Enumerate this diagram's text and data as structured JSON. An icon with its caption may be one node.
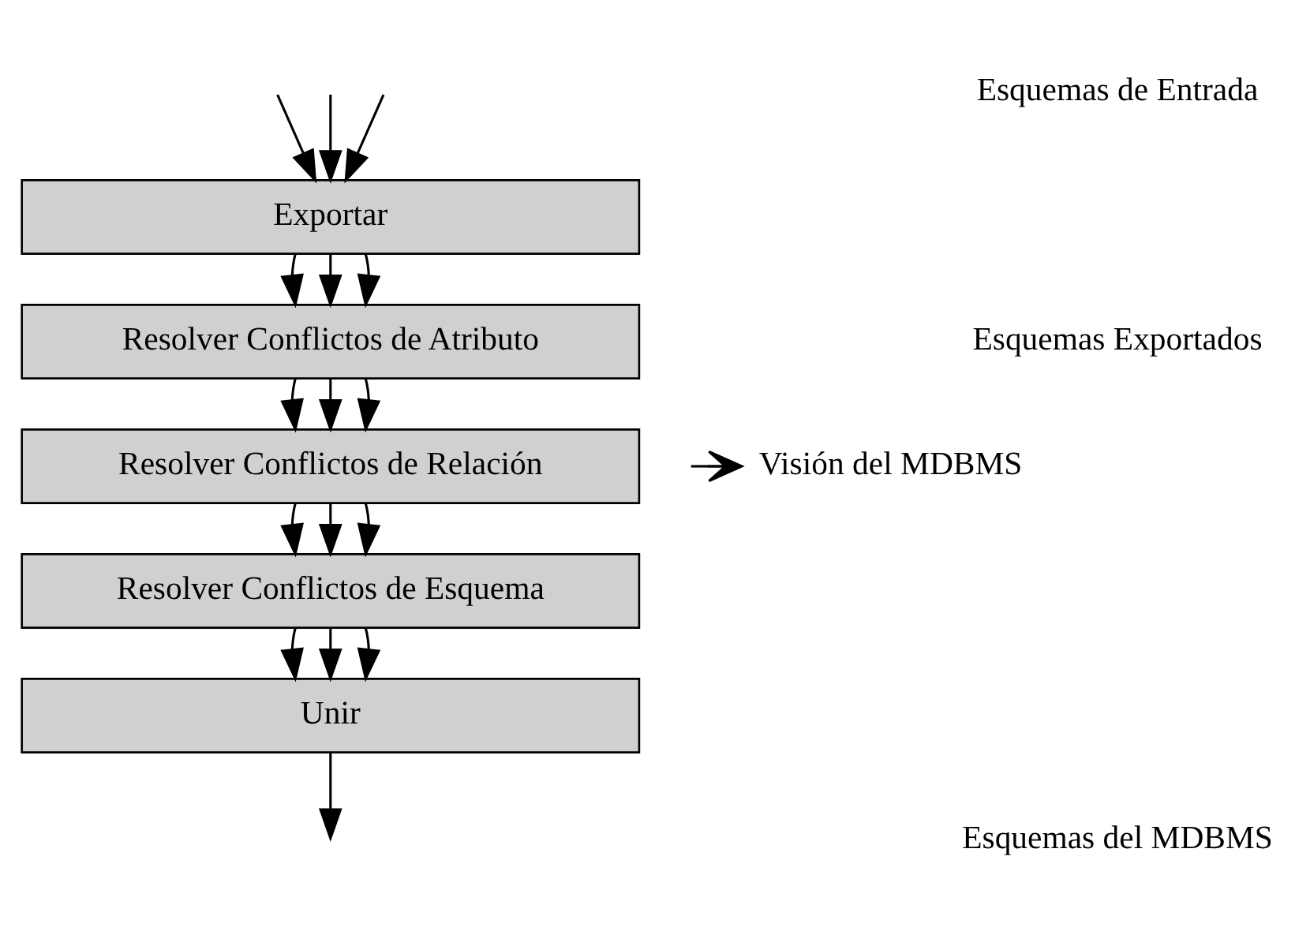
{
  "diagram": {
    "nodes": [
      {
        "text": [
          "Exportar"
        ]
      },
      {
        "text": [
          "Resolver Conflictos de Atributo"
        ]
      },
      {
        "text": [
          "Resolver Conflictos de Relación"
        ]
      },
      {
        "text": [
          "Resolver Conflictos de Esquema"
        ]
      },
      {
        "text": [
          "Unir"
        ]
      },
      {
        "text": [
          "Visión del MDBMS"
        ]
      }
    ],
    "edges": [
      {
        "from": null,
        "to": 0,
        "arrow": "to"
      },
      {
        "from": null,
        "to": 0,
        "arrow": "to"
      },
      {
        "from": null,
        "to": 0,
        "arrow": "to"
      },
      {
        "from": 0,
        "to": 1,
        "arrow": "to"
      },
      {
        "from": 0,
        "to": 1,
        "arrow": "to"
      },
      {
        "from": 0,
        "to": 1,
        "arrow": "to"
      },
      {
        "from": 1,
        "to": 2,
        "arrow": "to"
      },
      {
        "from": 1,
        "to": 2,
        "arrow": "to"
      },
      {
        "from": 1,
        "to": 2,
        "arrow": "to"
      },
      {
        "from": 2,
        "to": 3,
        "arrow": "to"
      },
      {
        "from": 2,
        "to": 3,
        "arrow": "to"
      },
      {
        "from": 2,
        "to": 3,
        "arrow": "to"
      },
      {
        "from": 3,
        "to": 4,
        "arrow": "to"
      },
      {
        "from": 3,
        "to": 4,
        "arrow": "to"
      },
      {
        "from": 3,
        "to": 4,
        "arrow": "to"
      },
      {
        "from": 4,
        "to": null,
        "arrow": "to"
      },
      {
        "from": null,
        "to": 5,
        "arrow": "to"
      }
    ],
    "labels": [
      "Esquemas de Entrada",
      "Esquemas Exportados",
      "Esquemas del MDBMS"
    ]
  }
}
